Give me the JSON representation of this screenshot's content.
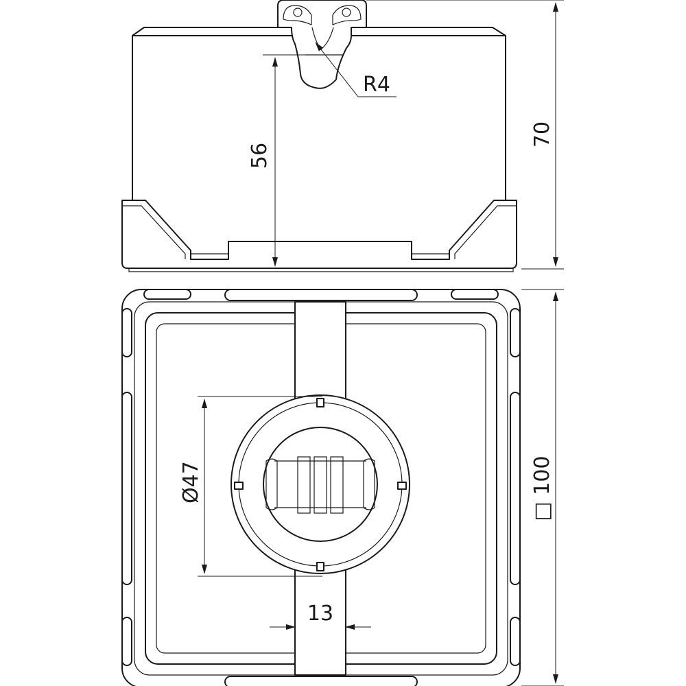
{
  "drawing": {
    "side_view": {
      "radius_label": "R4",
      "height_label": "70",
      "inner_height_label": "56"
    },
    "top_view": {
      "diameter_label": "Ø47",
      "slot_width_label": "13",
      "square_size_label": "□ 100"
    },
    "colors": {
      "line": "#1a1a1a",
      "background": "#ffffff"
    }
  }
}
